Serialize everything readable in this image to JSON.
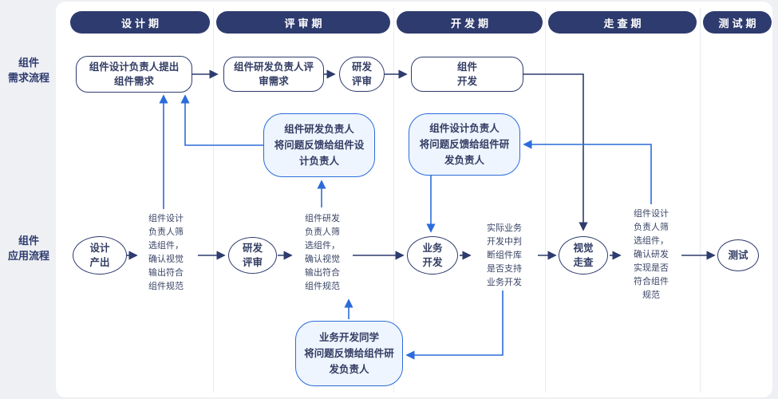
{
  "colors": {
    "navy": "#2e3b6e",
    "blue": "#2b6cd9",
    "blue_fill": "#eef5fe",
    "canvas": "#ffffff",
    "page_bg": "#eef0f4"
  },
  "phases": [
    {
      "label": "设计期"
    },
    {
      "label": "评审期"
    },
    {
      "label": "开发期"
    },
    {
      "label": "走查期"
    },
    {
      "label": "测试期"
    }
  ],
  "lanes": [
    {
      "label": "组件\n需求流程"
    },
    {
      "label": "组件\n应用流程"
    }
  ],
  "requirement_flow": {
    "propose": "组件设计负责人提出\n组件需求",
    "review": "组件研发负责人评\n审需求",
    "dev_review": "研发\n评审",
    "component_dev": "组件\n开发"
  },
  "feedback": {
    "dev_to_design": "组件研发负责人\n将问题反馈给组件设\n计负责人",
    "design_to_dev": "组件设计负责人\n将问题反馈给组件研\n发负责人",
    "biz_to_dev": "业务开发同学\n将问题反馈给组件研\n发负责人"
  },
  "application_flow": {
    "design_output": "设计\n产出",
    "design_screen": "组件设计\n负责人筛\n选组件，\n确认视觉\n输出符合\n组件规范",
    "dev_review": "研发\n评审",
    "dev_screen": "组件研发\n负责人筛\n选组件，\n确认视觉\n输出符合\n组件规范",
    "biz_dev": "业务\n开发",
    "biz_judge": "实际业务\n开发中判\n断组件库\n是否支持\n业务开发",
    "visual_check": "视觉\n走查",
    "final_screen": "组件设计\n负责人筛\n选组件，\n确认研发\n实现是否\n符合组件\n规范",
    "test": "测试"
  }
}
